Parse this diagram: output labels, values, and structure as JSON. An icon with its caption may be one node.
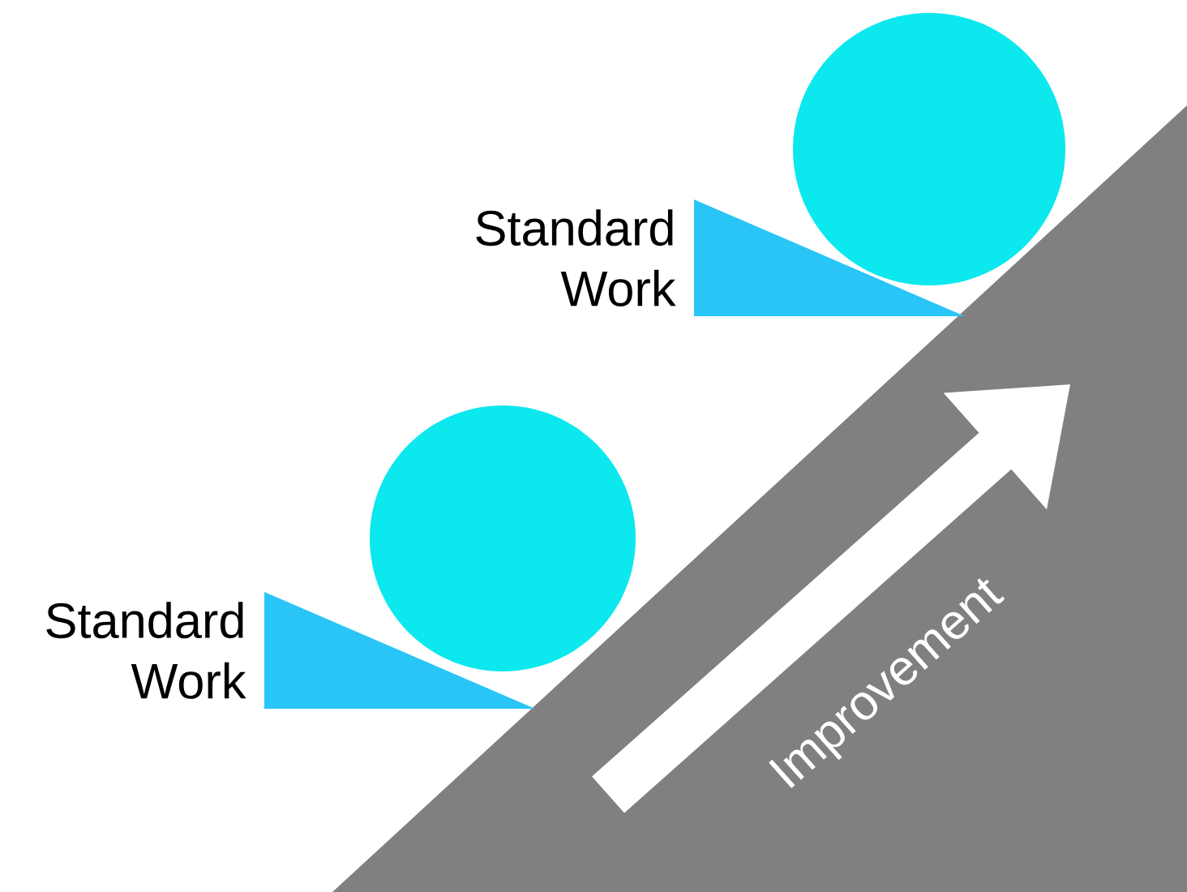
{
  "diagram": {
    "labels": [
      "Standard Work",
      "Standard Work",
      "Improvement"
    ]
  }
}
